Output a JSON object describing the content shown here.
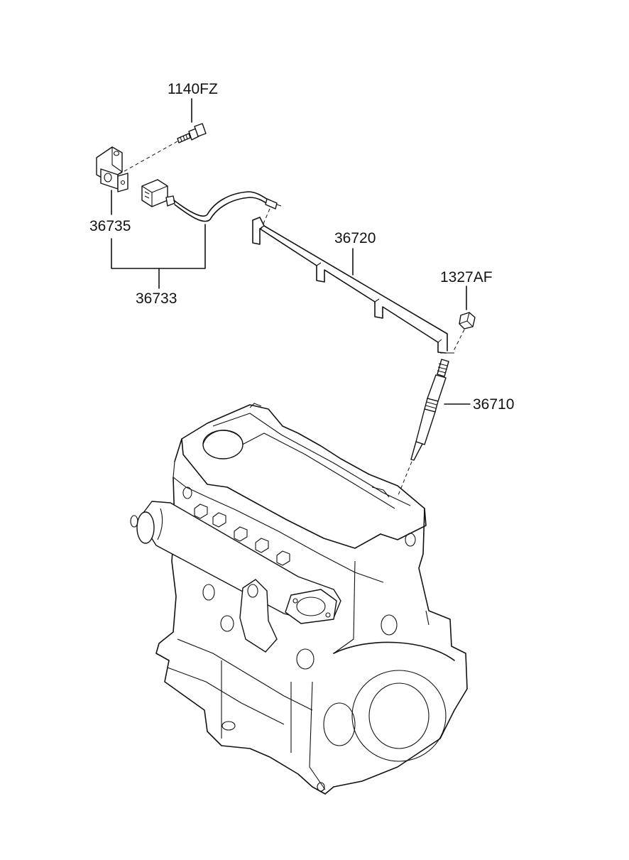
{
  "labels": {
    "bolt": "1140FZ",
    "bracket": "36735",
    "harness": "36733",
    "plate": "36720",
    "nut": "1327AF",
    "glow_plug": "36710"
  }
}
